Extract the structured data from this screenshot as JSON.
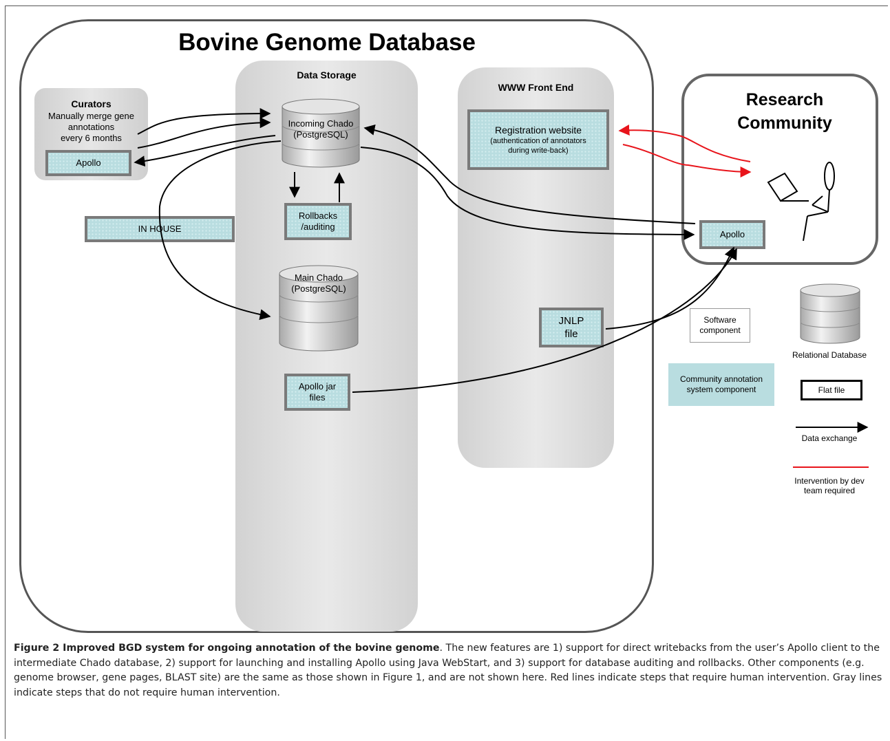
{
  "diagram": {
    "title": "Bovine Genome Database",
    "curators": {
      "title": "Curators",
      "description": "Manually merge gene\nannotations\nevery 6 months",
      "apollo": "Apollo"
    },
    "in_house": "IN HOUSE",
    "data_storage": {
      "title": "Data Storage",
      "incoming_chado": "Incoming Chado\n(PostgreSQL)",
      "rollbacks": "Rollbacks\n/auditing",
      "main_chado": "Main Chado\n(PostgreSQL)",
      "apollo_jar": "Apollo jar\nfiles"
    },
    "www_front_end": {
      "title": "WWW Front End",
      "registration_title": "Registration website",
      "registration_sub": "(authentication of annotators\nduring write-back)",
      "jnlp": "JNLP\nfile"
    },
    "research_community": {
      "title": "Research\nCommunity",
      "apollo": "Apollo"
    },
    "legend": {
      "software_component": "Software\ncomponent",
      "community_component": "Community annotation\nsystem component",
      "relational_database": "Relational Database",
      "flat_file": "Flat file",
      "data_exchange": "Data exchange",
      "intervention": "Intervention by dev\nteam required"
    },
    "colors": {
      "component_fill": "#b9dde0",
      "column_fill": "#dddddd",
      "intervention_line": "#e8141b",
      "data_line": "#000000"
    }
  },
  "caption": {
    "label": "Figure 2 Improved BGD system for ongoing annotation of the bovine genome",
    "text": ". The new features are 1) support for direct writebacks from the user’s Apollo client to the intermediate Chado database, 2) support for launching and installing Apollo using Java WebStart, and 3) support for database auditing and rollbacks. Other components (e.g. genome browser, gene pages, BLAST site) are the same as those shown in Figure 1, and are not shown here. Red lines indicate steps that require human intervention. Gray lines indicate steps that do not require human intervention."
  }
}
